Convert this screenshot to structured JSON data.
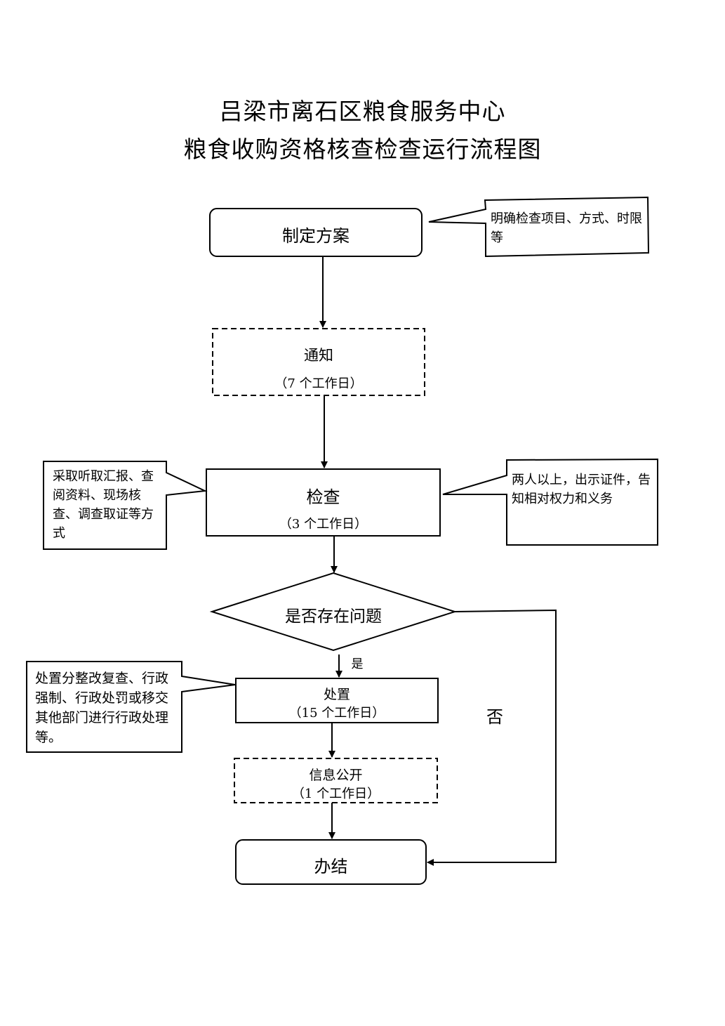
{
  "title": {
    "line1": "吕梁市离石区粮食服务中心",
    "line2": "粮食收购资格核查检查运行流程图"
  },
  "steps": {
    "plan": {
      "label": "制定方案"
    },
    "notify": {
      "label": "通知",
      "duration": "（7 个工作日）"
    },
    "inspect": {
      "label": "检查",
      "duration": "（3 个工作日）"
    },
    "decision": {
      "label": "是否存在问题",
      "yes": "是",
      "no": "否"
    },
    "handle": {
      "label": "处置",
      "duration": "（15 个工作日）"
    },
    "publish": {
      "label": "信息公开",
      "duration": "（1 个工作日）"
    },
    "finish": {
      "label": "办结"
    }
  },
  "notes": {
    "plan_note": "明确检查项目、方式、时限等",
    "inspect_left": "采取听取汇报、查阅资料、现场核查、调查取证等方式",
    "inspect_right": "两人以上，出示证件，告知相对权力和义务",
    "handle_note": "处置分整改复查、行政强制、行政处罚或移交其他部门进行行政处理等。"
  }
}
